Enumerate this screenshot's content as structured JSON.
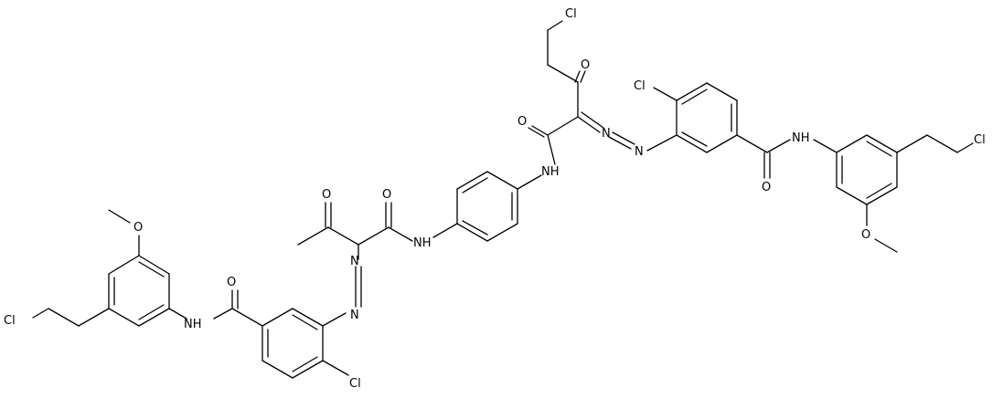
{
  "labels": {
    "cl_left_chain": "Cl",
    "cl_left_ring": "Cl",
    "cl_top_chain": "Cl",
    "cl_right_ring": "Cl",
    "cl_right_chain": "Cl",
    "o_left_ome": "O",
    "o_left_amide": "O",
    "o_left_ketone": "O",
    "o_left_amide2": "O",
    "o_right_amide2": "O",
    "o_right_ketone": "O",
    "o_right_amide": "O",
    "o_right_ome": "O",
    "nh_left_aryl": "NH",
    "nh_center_left": "NH",
    "nh_center_right": "NH",
    "nh_right_aryl": "NH",
    "n_left_1": "N",
    "n_left_2": "N",
    "n_right_1": "N",
    "n_right_2": "N"
  }
}
